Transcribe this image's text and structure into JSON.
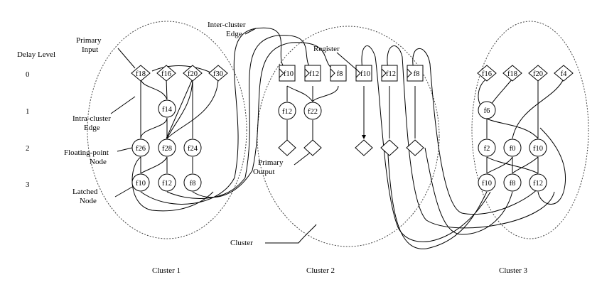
{
  "labels": {
    "delay_level": "Delay Level",
    "levels": [
      "0",
      "1",
      "2",
      "3"
    ],
    "primary_input": [
      "Primary",
      "Input"
    ],
    "intra_edge": [
      "Intra-cluster",
      "Edge"
    ],
    "fp_node": [
      "Floating-point",
      "Node"
    ],
    "latched_node": [
      "Latched",
      "Node"
    ],
    "inter_edge": [
      "Inter-cluster",
      "Edge"
    ],
    "register": "Register",
    "primary_output": [
      "Primary",
      "Output"
    ],
    "cluster": "Cluster"
  },
  "clusters": [
    "Cluster 1",
    "Cluster 2",
    "Cluster 3"
  ],
  "nodes": {
    "c1_inputs": [
      "f18",
      "f16",
      "f20",
      "f30"
    ],
    "c1_l1": [
      "f14"
    ],
    "c1_l2": [
      "f26",
      "f28",
      "f24"
    ],
    "c1_l3": [
      "f10",
      "f12",
      "f8"
    ],
    "c2_regs": [
      "f10",
      "f12",
      "f8",
      "f10",
      "f12",
      "f8"
    ],
    "c2_l1": [
      "f12",
      "f22"
    ],
    "c3_inputs": [
      "f16",
      "f18",
      "f20",
      "f4"
    ],
    "c3_l1": [
      "f6"
    ],
    "c3_l2": [
      "f2",
      "f0",
      "f10"
    ],
    "c3_l3": [
      "f10",
      "f8",
      "f12"
    ]
  }
}
